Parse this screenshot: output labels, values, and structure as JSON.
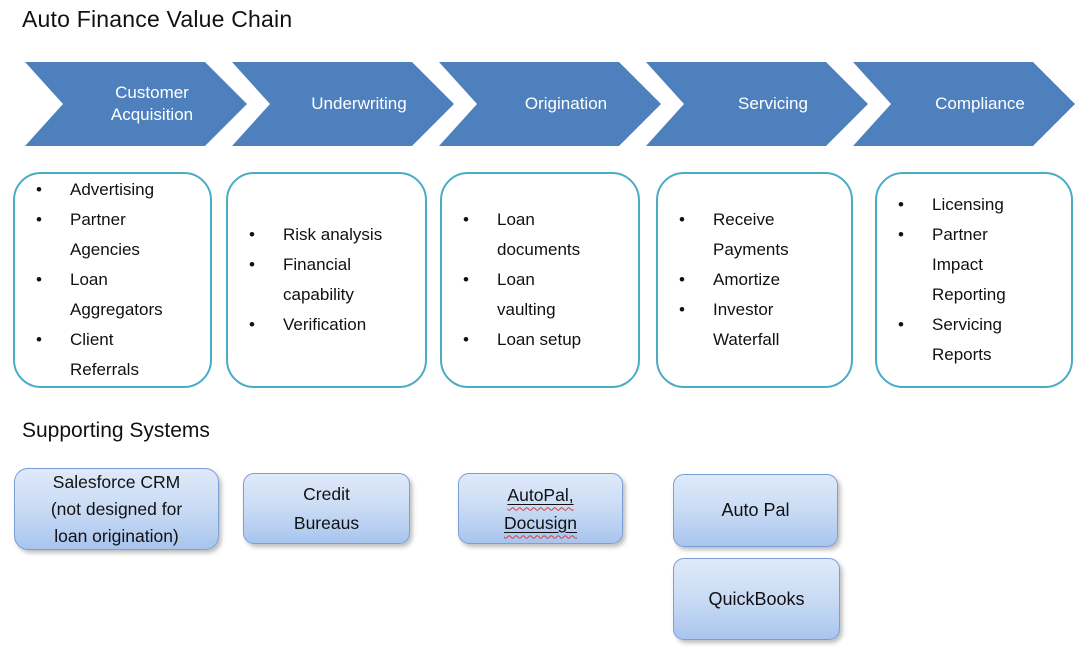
{
  "title": "Auto Finance Value Chain",
  "colors": {
    "chevron_blue": "#4E80BD",
    "chevron_text": "#FFFFFF",
    "stage_border_teal": "#4BACC6",
    "system_border_blue": "#7C9DD5",
    "system_fill_top": "#DFEAFA",
    "system_fill_bottom": "#A8C5EE",
    "spellcheck_red": "#D83B3B",
    "text_black": "#111111"
  },
  "chain": {
    "stages": [
      {
        "label": "Customer Acquisition",
        "items": [
          [
            "Advertising"
          ],
          [
            "Partner",
            "Agencies"
          ],
          [
            "Loan",
            "Aggregators"
          ],
          [
            "Client",
            "Referrals"
          ]
        ]
      },
      {
        "label": "Underwriting",
        "items": [
          [
            "Risk analysis"
          ],
          [
            "Financial",
            "capability"
          ],
          [
            "Verification"
          ]
        ]
      },
      {
        "label": "Origination",
        "items": [
          [
            "Loan",
            "documents"
          ],
          [
            "Loan",
            "vaulting"
          ],
          [
            "Loan setup"
          ]
        ]
      },
      {
        "label": "Servicing",
        "items": [
          [
            "Receive",
            "Payments"
          ],
          [
            "Amortize"
          ],
          [
            "Investor",
            "Waterfall"
          ]
        ]
      },
      {
        "label": "Compliance",
        "items": [
          [
            "Licensing"
          ],
          [
            "Partner",
            "Impact",
            "Reporting"
          ],
          [
            "Servicing",
            "Reports"
          ]
        ]
      }
    ]
  },
  "supporting_systems": {
    "heading": "Supporting Systems",
    "boxes": [
      {
        "name": "salesforce-crm",
        "lines": [
          "Salesforce CRM",
          "(not designed for",
          "loan origination)"
        ]
      },
      {
        "name": "credit-bureaus",
        "lines": [
          "Credit",
          "Bureaus"
        ]
      },
      {
        "name": "autopal-docusign",
        "lines": [
          "AutoPal,",
          "Docusign"
        ],
        "underlined": true,
        "spellcheck_squiggle": true
      },
      {
        "name": "auto-pal",
        "lines": [
          "Auto Pal"
        ]
      },
      {
        "name": "quickbooks",
        "lines": [
          "QuickBooks"
        ]
      }
    ]
  }
}
